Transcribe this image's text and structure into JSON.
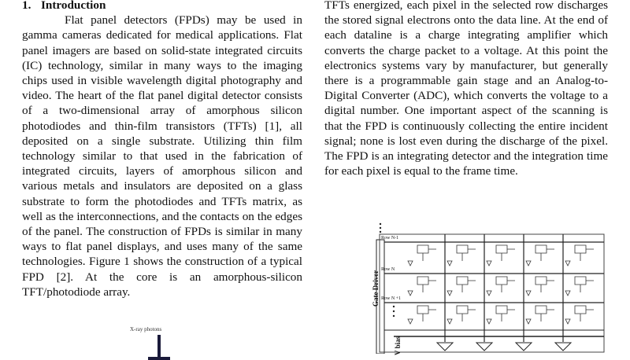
{
  "section": {
    "number": "1.",
    "title": "Introduction"
  },
  "left_paragraph": "Flat panel detectors (FPDs) may be used in gamma cameras dedicated for medical applications. Flat panel imagers are based on solid-state integrated circuits (IC) technology, similar in many ways to the imaging chips used in visible wavelength digital photography and video. The heart of the flat panel digital detector consists of a two-dimensional array of amorphous silicon photodiodes and thin-film transistors (TFTs) [1], all deposited on a single substrate. Utilizing thin film technology similar to that used in the fabrication of integrated circuits, layers of amorphous silicon and various metals and insulators are deposited on a glass substrate to form the photodiodes and TFTs matrix, as well as the interconnections, and the contacts on the edges of the panel. The construction of FPDs is similar in many ways to flat panel displays, and uses many of the same technologies. Figure 1 shows the construction of a typical FPD [2]. At the core is an amorphous-silicon TFT/photodiode array.",
  "right_paragraph": "TFTs energized, each pixel in the selected row discharges the stored signal electrons onto the data line. At the end of each dataline is a charge integrating amplifier which converts the charge packet to a voltage. At this point the electronics systems vary by manufacturer, but generally there is a programmable gain stage and an Analog-to-Digital Converter (ADC), which converts the voltage to a digital number. One important aspect of the scanning is that the FPD is continuously collecting the entire incident signal; none is lost even during the discharge of the pixel. The FPD is an integrating detector and the integration time for each pixel is equal to the frame time.",
  "figure_left": {
    "label": "X-ray photons"
  },
  "figure_right": {
    "gate_driver_label": "Gate Driver",
    "vbias_label": "V bias",
    "row_labels": [
      "Row N-1",
      "Row N",
      "Row N +1"
    ]
  }
}
